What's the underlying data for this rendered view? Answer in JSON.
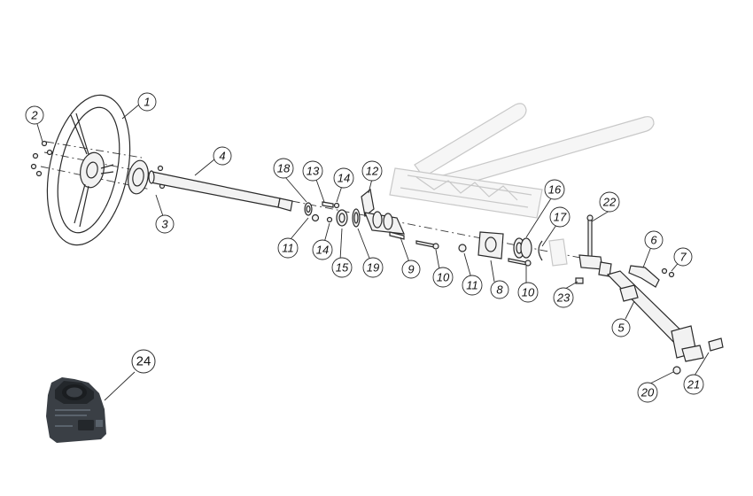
{
  "callouts": [
    {
      "id": "c1",
      "label": "1"
    },
    {
      "id": "c2",
      "label": "2"
    },
    {
      "id": "c3",
      "label": "3"
    },
    {
      "id": "c4",
      "label": "4"
    },
    {
      "id": "c5",
      "label": "5"
    },
    {
      "id": "c6",
      "label": "6"
    },
    {
      "id": "c7",
      "label": "7"
    },
    {
      "id": "c8",
      "label": "8"
    },
    {
      "id": "c9",
      "label": "9"
    },
    {
      "id": "c10a",
      "label": "10"
    },
    {
      "id": "c10b",
      "label": "10"
    },
    {
      "id": "c11a",
      "label": "11"
    },
    {
      "id": "c11b",
      "label": "11"
    },
    {
      "id": "c12",
      "label": "12"
    },
    {
      "id": "c13",
      "label": "13"
    },
    {
      "id": "c14a",
      "label": "14"
    },
    {
      "id": "c14b",
      "label": "14"
    },
    {
      "id": "c15",
      "label": "15"
    },
    {
      "id": "c16",
      "label": "16"
    },
    {
      "id": "c17",
      "label": "17"
    },
    {
      "id": "c18",
      "label": "18"
    },
    {
      "id": "c19",
      "label": "19"
    },
    {
      "id": "c20",
      "label": "20"
    },
    {
      "id": "c21",
      "label": "21"
    },
    {
      "id": "c22",
      "label": "22"
    },
    {
      "id": "c23",
      "label": "23"
    },
    {
      "id": "c24",
      "label": "24"
    }
  ],
  "colors": {
    "line": "#2a2a2a",
    "ghost": "#c8c8c8",
    "module": "#3a3f45"
  },
  "icons": {
    "steering_wheel": "steering-wheel-icon",
    "clock_spring_module": "clock-spring-module-icon"
  }
}
